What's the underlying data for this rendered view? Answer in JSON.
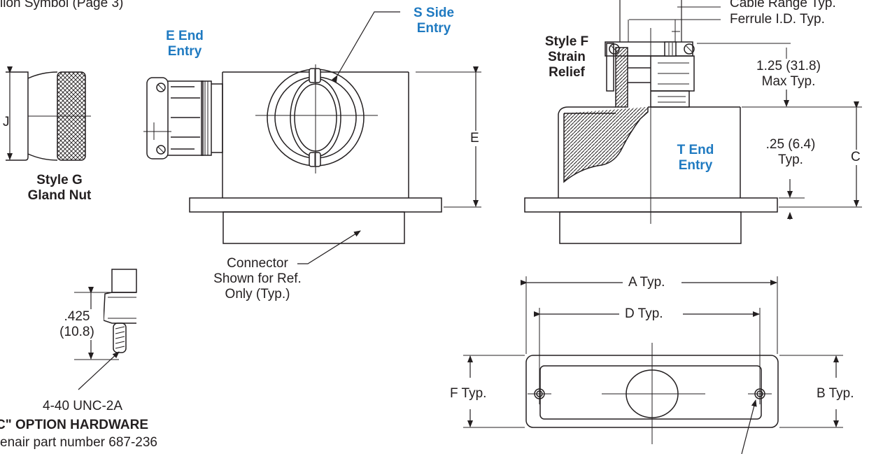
{
  "colors": {
    "ink": "#231f20",
    "accent": "#1f7ac1"
  },
  "labels": {
    "top_left": "lion Symbol (Page 3)",
    "cable_range": "Cable Range Typ.",
    "ferrule_id": "Ferrule I.D. Typ.",
    "s_side_1": "S  Side",
    "s_side_2": "Entry",
    "e_end_1": "E  End",
    "e_end_2": "Entry",
    "style_f_1": "Style F",
    "style_f_2": "Strain",
    "style_f_3": "Relief",
    "dim_125": "1.25 (31.8)",
    "max_typ": "Max Typ.",
    "dim_j": "J",
    "dim_e": "E",
    "t_end_1": "T  End",
    "t_end_2": "Entry",
    "dim_025": ".25 (6.4)",
    "typ": "Typ.",
    "dim_c": "C",
    "style_g_1": "Style G",
    "style_g_2": "Gland Nut",
    "connector_1": "Connector",
    "connector_2": "Shown for Ref.",
    "connector_3": "Only (Typ.)",
    "a_typ": "A Typ.",
    "d_typ": "D Typ.",
    "f_typ": "F Typ.",
    "b_typ": "B Typ.",
    "dim_0425": ".425",
    "dim_108": "(10.8)",
    "thread": "4-40 UNC-2A",
    "hardware_title": "C\" OPTION HARDWARE",
    "part_number": "enair part number 687-236"
  }
}
